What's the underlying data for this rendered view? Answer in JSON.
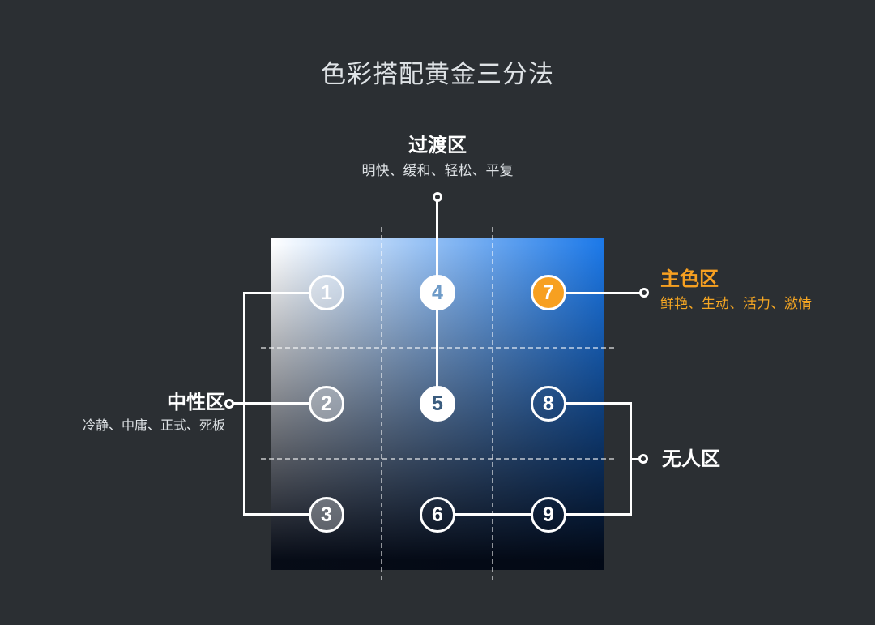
{
  "title": "色彩搭配黄金三分法",
  "zones": {
    "transition": {
      "label": "过渡区",
      "traits": "明快、缓和、轻松、平复"
    },
    "main": {
      "label": "主色区",
      "traits": "鲜艳、生动、活力、激情"
    },
    "neutral": {
      "label": "中性区",
      "traits": "冷静、中庸、正式、死板"
    },
    "no_man": {
      "label": "无人区"
    }
  },
  "cells": [
    "1",
    "2",
    "3",
    "4",
    "5",
    "6",
    "7",
    "8",
    "9"
  ],
  "colors": {
    "background": "#2B2F33",
    "accent_orange": "#F7A021",
    "gradient_blue": "#1B78E8",
    "gradient_white": "#FFFFFF",
    "gradient_dark": "#000000",
    "line_white": "#FFFFFF"
  }
}
